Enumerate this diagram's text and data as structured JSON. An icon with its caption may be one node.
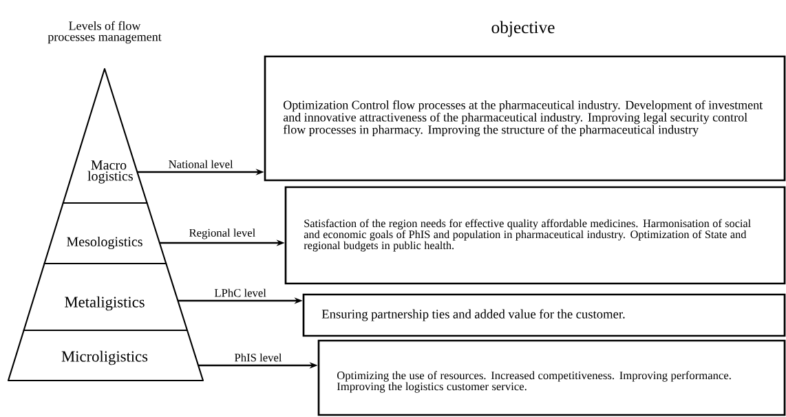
{
  "diagram": {
    "nodes": [
      {
        "text": [
          "Macro logistics"
        ]
      },
      {
        "text": [
          "Mesologistics"
        ]
      },
      {
        "text": [
          "Metaligistics"
        ]
      },
      {
        "text": [
          "Microligistics"
        ]
      },
      {
        "text": [
          "Optimization Control flow processes at the pharmaceutical industry. Development of investment and innovative attractiveness of the pharmaceutical industry. Improving legal security control flow processes in pharmacy. Improving the structure of the pharmaceutical industry"
        ]
      },
      {
        "text": [
          "Satisfaction of the region needs for effective quality affordable medicines. Harmonisation of social and economic goals of PhIS and population in pharmaceutical industry. Optimization of State and regional budgets in public health."
        ]
      },
      {
        "text": [
          "Ensuring partnership ties and added value for the customer."
        ]
      },
      {
        "text": [
          "Optimizing the use of resources. Increased competitiveness. Improving performance. Improving the logistics customer service."
        ]
      }
    ],
    "edges": [
      {
        "from": 0,
        "to": 4,
        "arrow": "to",
        "label": "National level"
      },
      {
        "from": 1,
        "to": 5,
        "arrow": "to",
        "label": "Regional level"
      },
      {
        "from": 2,
        "to": 6,
        "arrow": "to",
        "label": "LPhC level"
      },
      {
        "from": 3,
        "to": 7,
        "arrow": "to",
        "label": "PhIS level"
      }
    ],
    "labels": [
      "Levels of flow processes management",
      "objective"
    ]
  }
}
